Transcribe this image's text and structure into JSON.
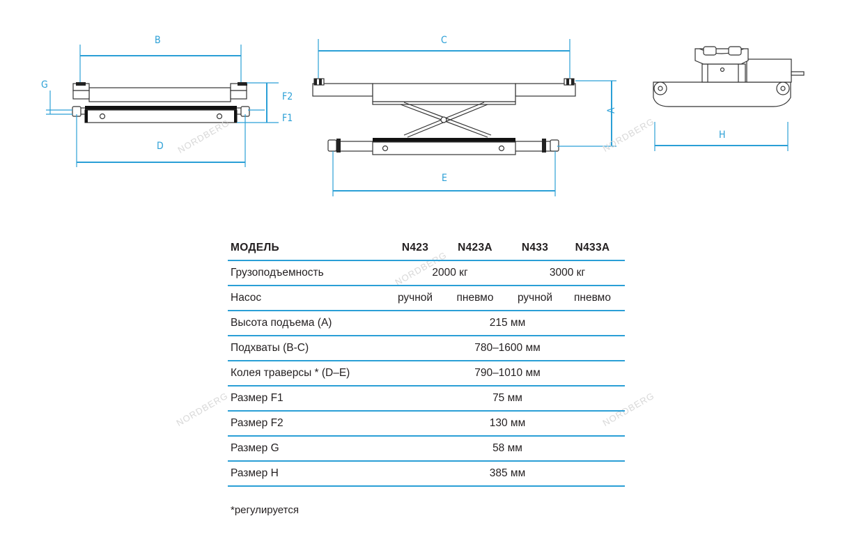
{
  "diagram_labels": {
    "B": "B",
    "C": "C",
    "D": "D",
    "E": "E",
    "G": "G",
    "F1": "F1",
    "F2": "F2",
    "A": "A",
    "H": "H"
  },
  "watermark": "NORDBERG",
  "accent_color": "#2a9fd6",
  "table": {
    "header": {
      "param": "МОДЕЛЬ",
      "models": [
        "N423",
        "N423A",
        "N433",
        "N433A"
      ]
    },
    "rows": [
      {
        "label": "Грузоподъемность",
        "cells": [
          {
            "text": "2000 кг",
            "span": 2
          },
          {
            "text": "3000 кг",
            "span": 2
          }
        ]
      },
      {
        "label": "Насос",
        "cells": [
          {
            "text": "ручной",
            "span": 1
          },
          {
            "text": "пневмо",
            "span": 1
          },
          {
            "text": "ручной",
            "span": 1
          },
          {
            "text": "пневмо",
            "span": 1
          }
        ]
      },
      {
        "label": "Высота подъема (А)",
        "cells": [
          {
            "text": "215 мм",
            "span": 4
          }
        ]
      },
      {
        "label": "Подхваты (В-С)",
        "cells": [
          {
            "text": "780–1600 мм",
            "span": 4
          }
        ]
      },
      {
        "label": "Колея траверсы * (D–E)",
        "cells": [
          {
            "text": "790–1010 мм",
            "span": 4
          }
        ]
      },
      {
        "label": "Размер F1",
        "cells": [
          {
            "text": "75 мм",
            "span": 4
          }
        ]
      },
      {
        "label": "Размер F2",
        "cells": [
          {
            "text": "130 мм",
            "span": 4
          }
        ]
      },
      {
        "label": "Размер G",
        "cells": [
          {
            "text": "58 мм",
            "span": 4
          }
        ]
      },
      {
        "label": "Размер H",
        "cells": [
          {
            "text": "385 мм",
            "span": 4
          }
        ]
      }
    ]
  },
  "footnote": "*регулируется"
}
